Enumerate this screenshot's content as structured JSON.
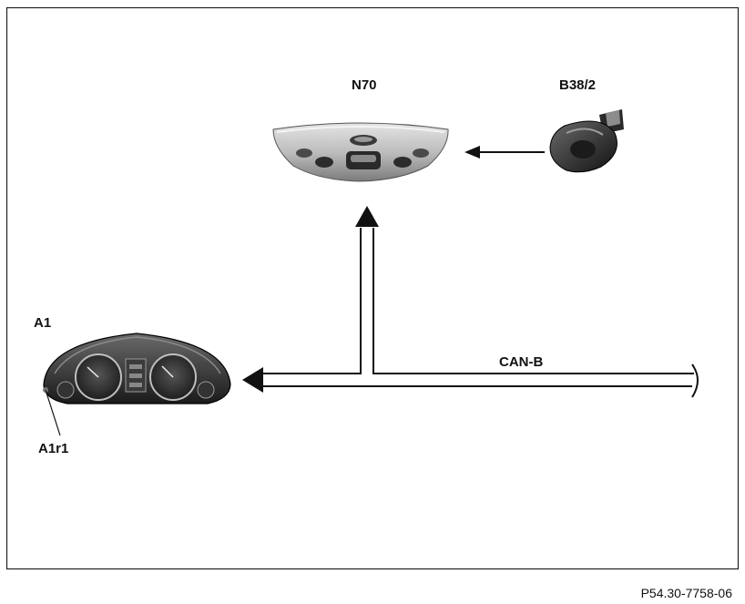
{
  "labels": {
    "n70": "N70",
    "b38_2": "B38/2",
    "a1": "A1",
    "a1r1": "A1r1",
    "can_b": "CAN-B"
  },
  "figure_ref": "P54.30-7758-06",
  "colors": {
    "frame": "#222222",
    "line": "#111111",
    "background": "#ffffff"
  },
  "icons": {
    "n70": "overhead-control-panel",
    "b38_2": "rain-light-sensor",
    "a1": "instrument-cluster"
  }
}
